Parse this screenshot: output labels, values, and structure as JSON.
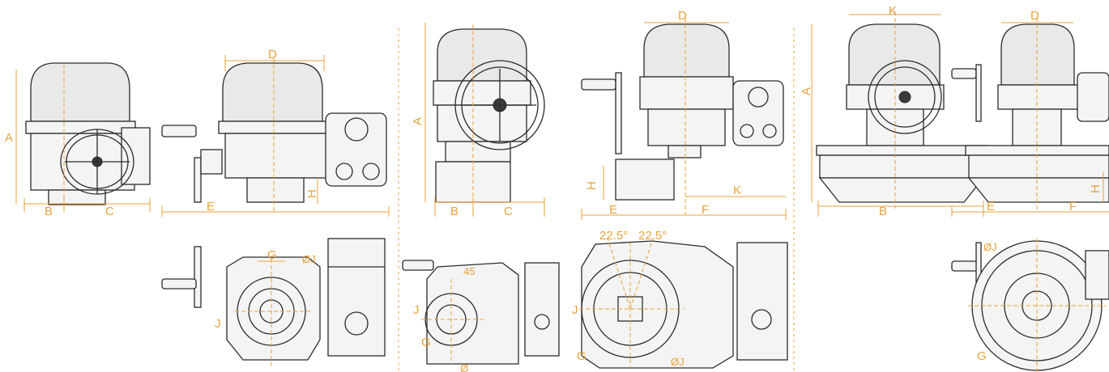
{
  "diagram": {
    "labels": {
      "A": "A",
      "B": "B",
      "C": "C",
      "D": "D",
      "E": "E",
      "F": "F",
      "G": "G",
      "H": "H",
      "J": "J",
      "K": "K",
      "OJ": "ØJ",
      "O": "Ø",
      "ang1": "22.5°",
      "ang2": "22.5°",
      "n45": "45"
    },
    "accent_color": "#e8a23a",
    "line_color": "#2b2b2b"
  }
}
